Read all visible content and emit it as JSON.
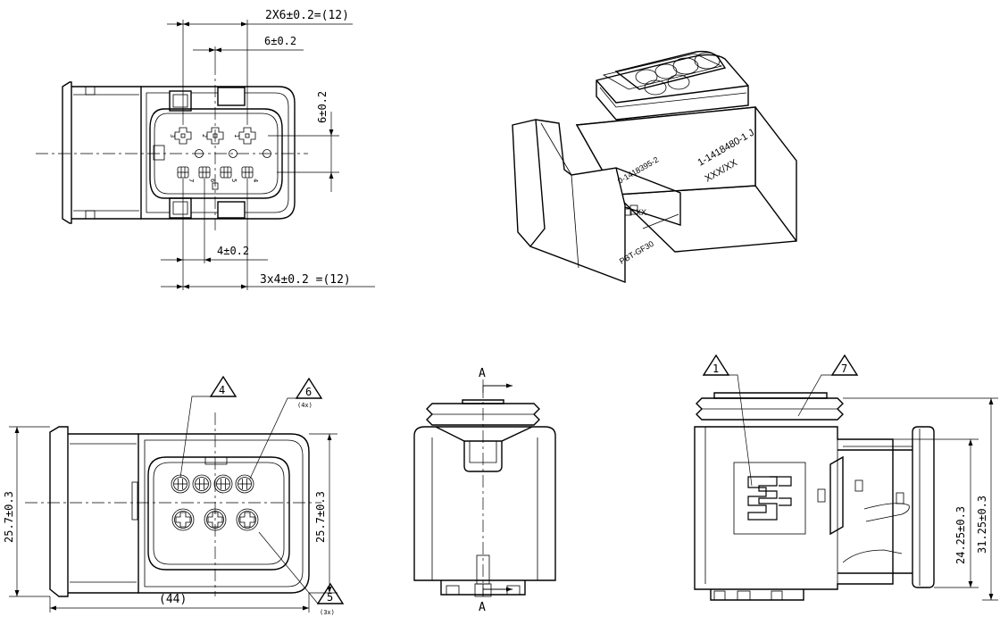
{
  "top_view": {
    "dim_pitch_6": "2X6±0.2=(12)",
    "dim_6": "6±0.2",
    "dim_6_vertical": "6±0.2",
    "dim_4": "4±0.2",
    "dim_pitch_4": "3x4±0.2  =(12)",
    "cavity_numbers": [
      "3",
      "2",
      "1",
      "7",
      "6",
      "5",
      "4"
    ]
  },
  "iso_view": {
    "part_number": "1-1418480-1 J",
    "date_code": "XXX/XX",
    "side_number": "0-1418395-2",
    "material": "PBT-GF30",
    "box_code": "XX"
  },
  "front_view": {
    "callout_4": "4",
    "callout_6": "6",
    "callout_6_qty": "(4x)",
    "callout_5": "5",
    "callout_5_qty": "(3x)",
    "dim_height_left": "25.7±0.3",
    "dim_height_right": "25.7±0.3",
    "dim_width": "(44)"
  },
  "section_view": {
    "label_top": "A",
    "label_bottom": "A"
  },
  "side_view": {
    "callout_1": "1",
    "callout_7": "7",
    "dim_24": "24.25±0.3",
    "dim_31": "31.25±0.3"
  }
}
